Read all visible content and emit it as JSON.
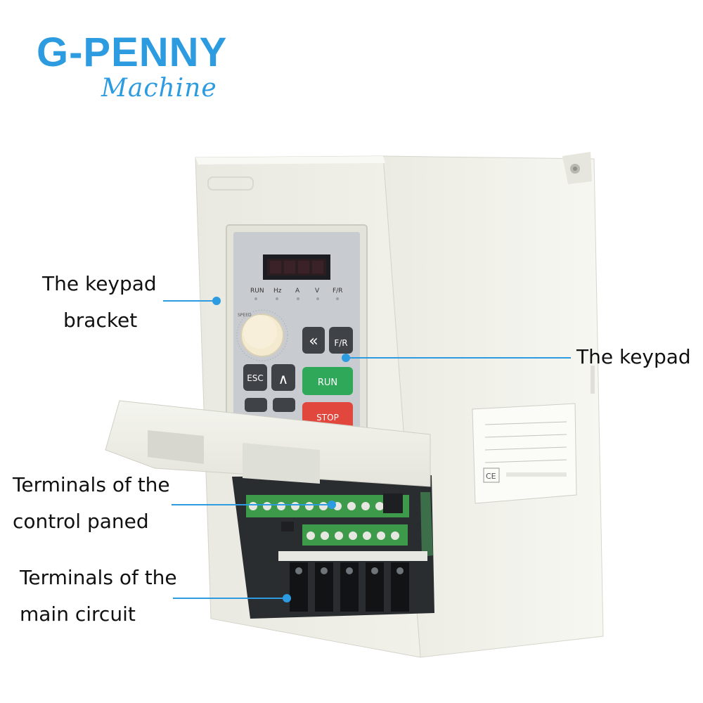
{
  "brand": {
    "name": "G-PENNY",
    "tagline": "Machine",
    "color": "#2c9be0"
  },
  "keypad_panel": {
    "indicators": [
      "RUN",
      "Hz",
      "A",
      "V",
      "F/R"
    ],
    "knob_label": "SPEED",
    "buttons": {
      "shift": "«",
      "fr": "F/R",
      "esc": "ESC",
      "up": "∧",
      "run": "RUN",
      "stop": "STOP"
    }
  },
  "callouts": {
    "keypad_bracket": [
      "The keypad",
      "bracket"
    ],
    "keypad": [
      "The keypad"
    ],
    "control_terminals": [
      "Terminals of the",
      "control paned"
    ],
    "main_terminals": [
      "Terminals of the",
      "main circuit"
    ],
    "line_color": "#2c9be0"
  },
  "nameplate": {
    "ce_mark": "CE"
  }
}
